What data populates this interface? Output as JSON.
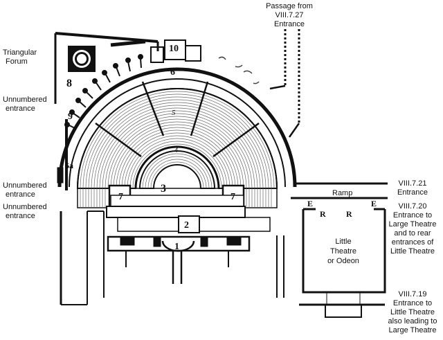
{
  "labels": {
    "triangular_forum": [
      "Triangular",
      "Forum"
    ],
    "passage": [
      "Passage from",
      "VIII.7.27",
      "Entrance"
    ],
    "unnumbered_top": [
      "Unnumbered",
      "entrance"
    ],
    "unnumbered_mid": [
      "Unnumbered",
      "entrance"
    ],
    "unnumbered_low": [
      "Unnumbered",
      "entrance"
    ],
    "ramp": "Ramp",
    "entrance_21": [
      "VIII.7.21",
      "Entrance"
    ],
    "entrance_20": [
      "VIII.7.20",
      "Entrance to",
      "Large Theatre",
      "and to rear",
      "entrances of",
      "Little Theatre"
    ],
    "entrance_19": [
      "VIII.7.19",
      "Entrance to",
      "Little Theatre",
      "also leading to",
      "Large Theatre"
    ],
    "little_theatre": [
      "Little",
      "Theatre",
      "or Odeon"
    ]
  },
  "numbers": {
    "n1": "1",
    "n2": "2",
    "n3": "3",
    "n4": "4",
    "n5": "5",
    "n6": "6",
    "n6a": "6a",
    "n7_left": "7",
    "n7_right": "7",
    "n8": "8",
    "n9": "9",
    "n10": "10"
  },
  "markers": {
    "e_left": "E",
    "e_right": "E",
    "r_left": "R",
    "r_right": "R"
  }
}
